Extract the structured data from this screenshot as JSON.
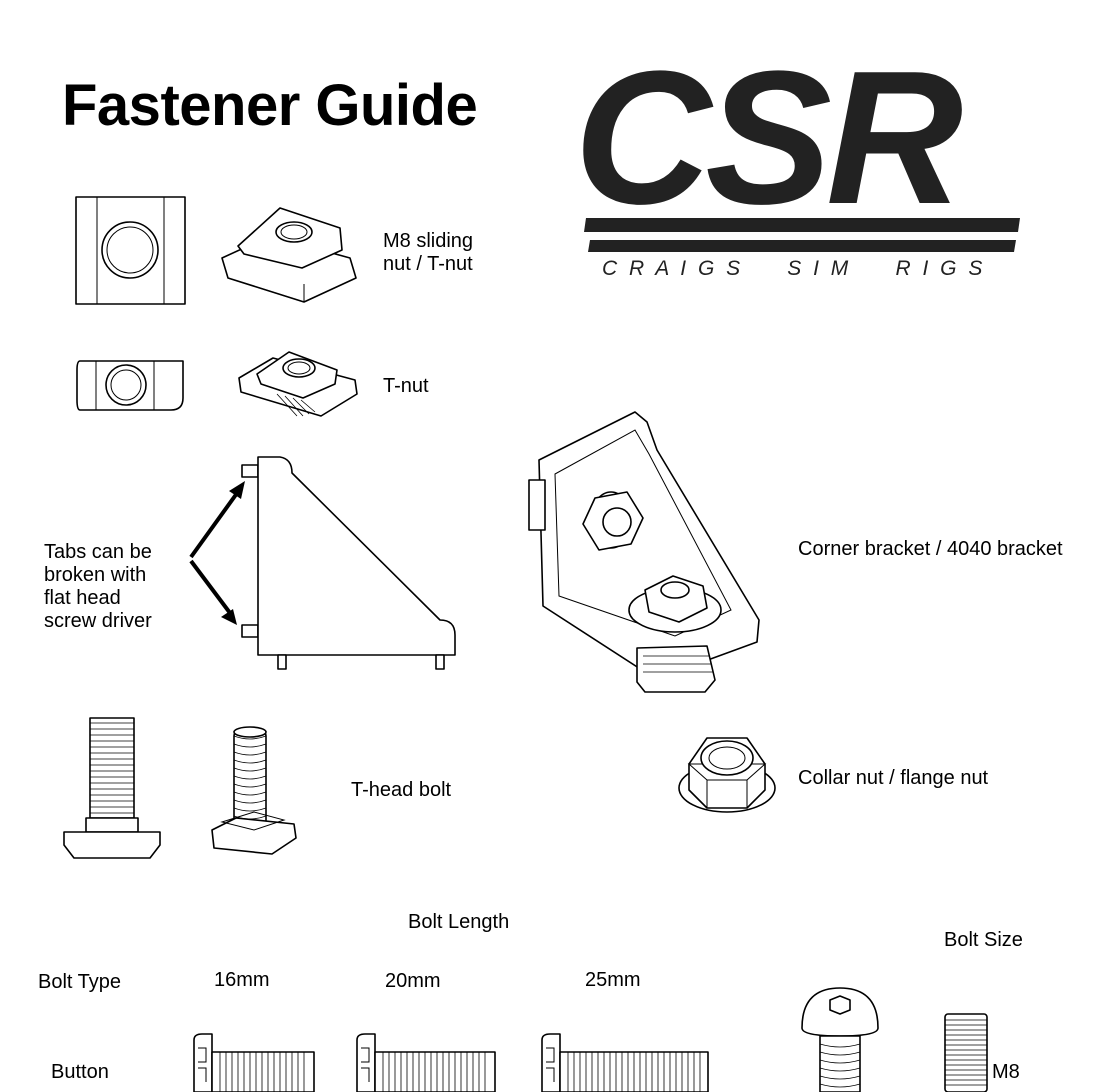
{
  "title": "Fastener Guide",
  "logo": {
    "letters": "CSR",
    "tagline": "C R A I G S     S I M     R I G S"
  },
  "parts": {
    "sliding_nut": "M8 sliding\nnut / T-nut",
    "t_nut": "T-nut",
    "tabs_note": "Tabs can be\nbroken with\nflat head\nscrew driver",
    "corner_bracket": "Corner bracket / 4040 bracket",
    "t_head_bolt": "T-head bolt",
    "collar_nut": "Collar nut / flange nut"
  },
  "table": {
    "bolt_length_header": "Bolt Length",
    "bolt_size_header": "Bolt Size",
    "bolt_type_header": "Bolt Type",
    "lengths": [
      "16mm",
      "20mm",
      "25mm"
    ],
    "rows": [
      {
        "type": "Button",
        "size": "M8"
      }
    ]
  }
}
